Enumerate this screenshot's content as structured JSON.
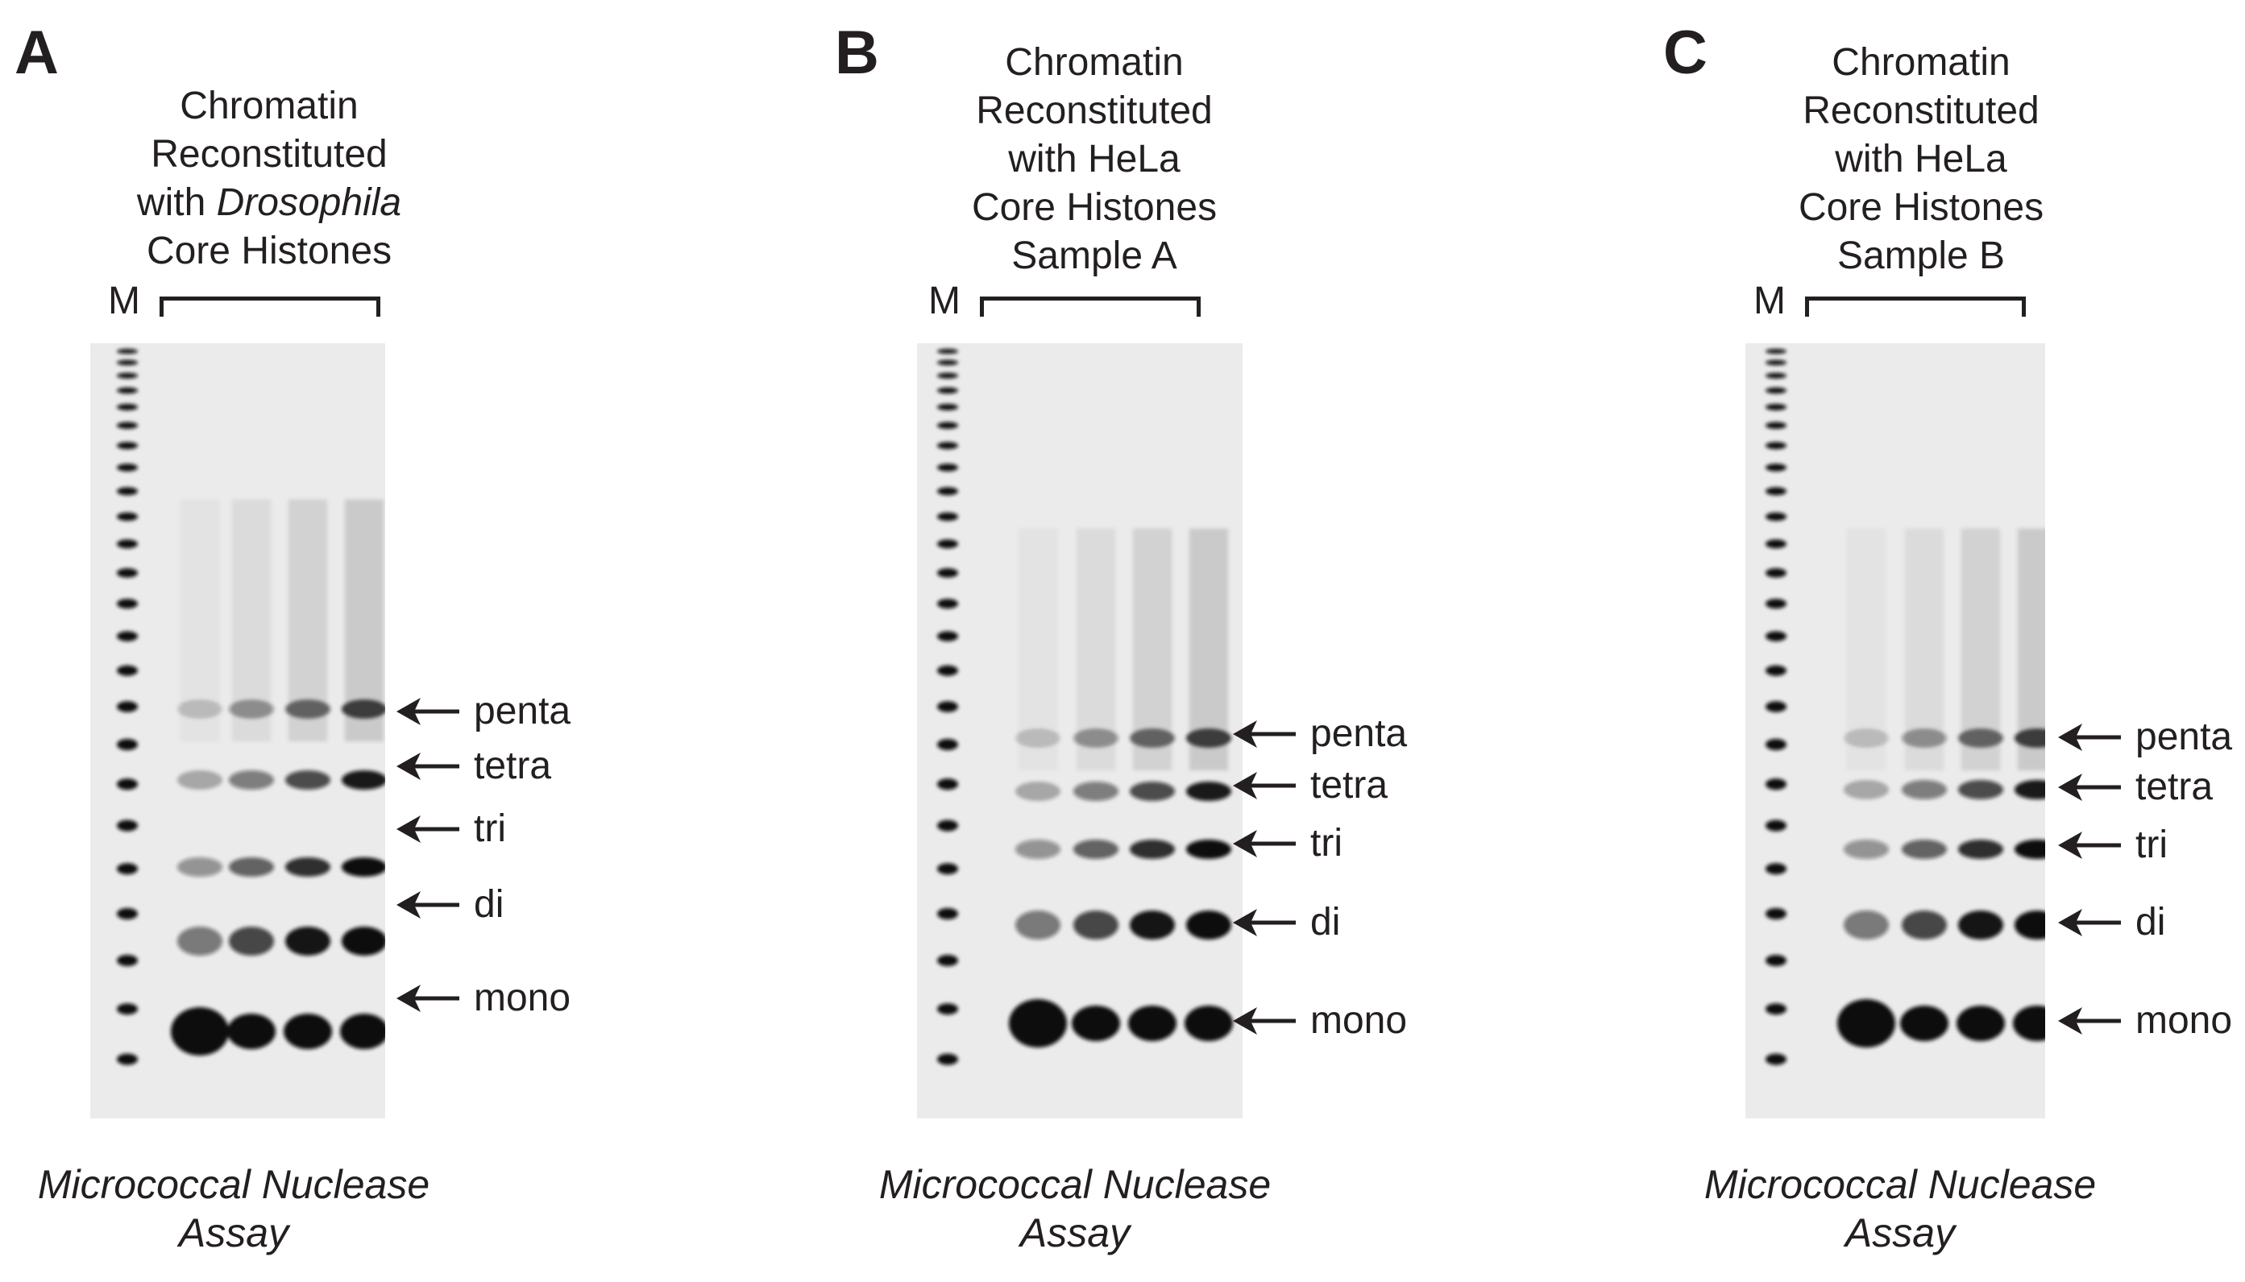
{
  "panels": [
    {
      "letter": "A",
      "title_lines": [
        "Chromatin",
        "Reconstituted",
        "with ",
        "Core Histones"
      ],
      "title_italic": "Drosophila",
      "marker": "M",
      "bands": [
        "penta",
        "tetra",
        "tri",
        "di",
        "mono"
      ],
      "assay_lines": [
        "Micrococcal Nuclease",
        "Assay"
      ]
    },
    {
      "letter": "B",
      "title_lines": [
        "Chromatin",
        "Reconstituted",
        "with HeLa",
        "Core Histones",
        "Sample A"
      ],
      "marker": "M",
      "bands": [
        "penta",
        "tetra",
        "tri",
        "di",
        "mono"
      ],
      "assay_lines": [
        "Micrococcal Nuclease",
        "Assay"
      ]
    },
    {
      "letter": "C",
      "title_lines": [
        "Chromatin",
        "Reconstituted",
        "with HeLa",
        "Core Histones",
        "Sample B"
      ],
      "marker": "M",
      "bands": [
        "penta",
        "tetra",
        "tri",
        "di",
        "mono"
      ],
      "assay_lines": [
        "Micrococcal Nuclease",
        "Assay"
      ]
    }
  ],
  "colors": {
    "ink": "#231f20",
    "gel_bg": "#ebebeb",
    "band": "#111111"
  }
}
